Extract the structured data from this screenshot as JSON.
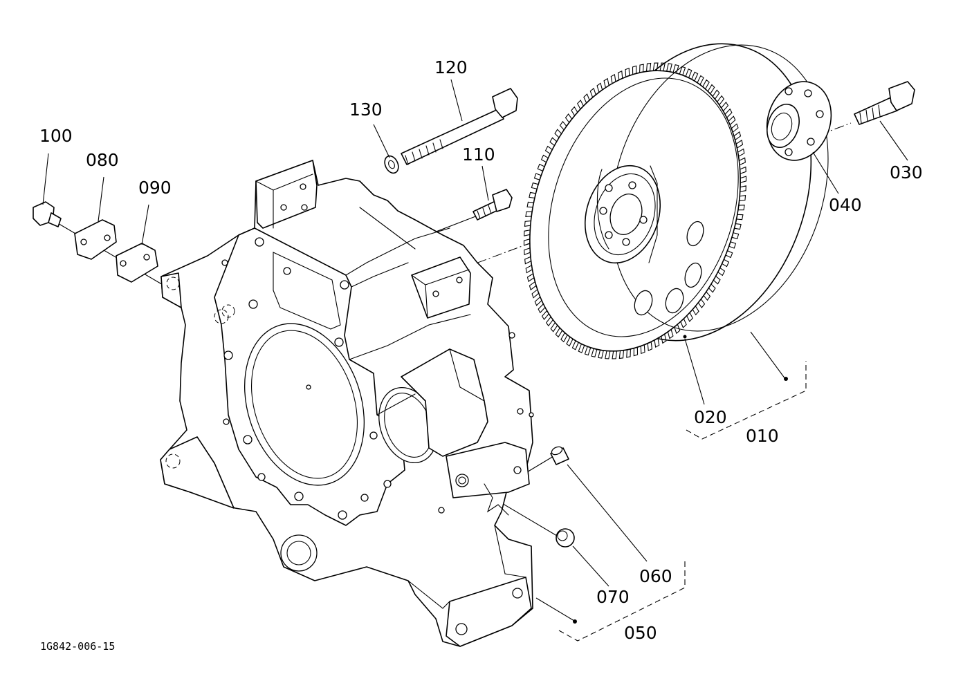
{
  "labels": {
    "p010": "010",
    "p020": "020",
    "p030": "030",
    "p040": "040",
    "p050": "050",
    "p060": "060",
    "p070": "070",
    "p080": "080",
    "p090": "090",
    "p100": "100",
    "p110": "110",
    "p120": "120",
    "p130": "130"
  },
  "drawing_code": "1G842-006-15"
}
